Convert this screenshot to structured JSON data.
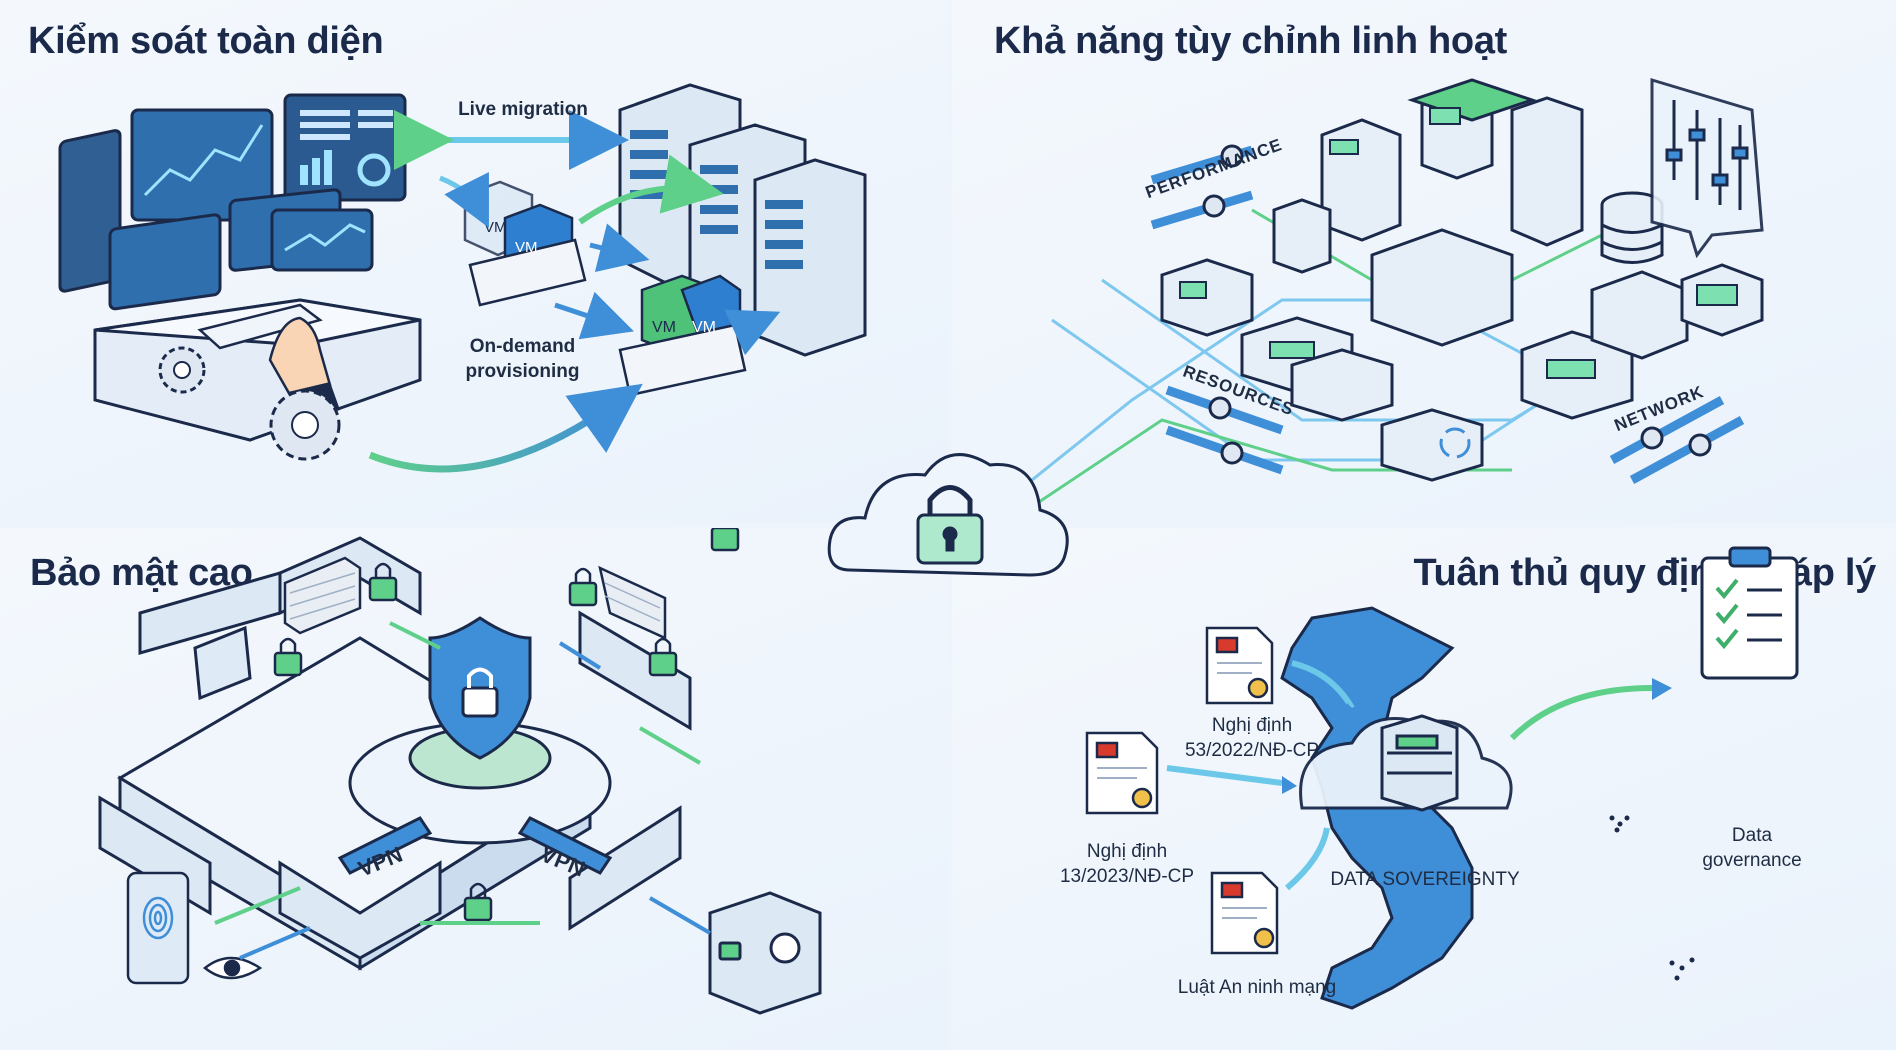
{
  "quadrants": {
    "control": {
      "title": "Kiểm soát toàn diện",
      "live_migration": "Live migration",
      "on_demand": "On-demand provisioning",
      "vm": "VM"
    },
    "custom": {
      "title": "Khả năng tùy chỉnh linh hoạt",
      "performance": "PERFORMANCE",
      "resources": "RESOURCES",
      "network": "NETWORK"
    },
    "security": {
      "title": "Bảo mật cao",
      "vpn": "VPN"
    },
    "compliance": {
      "title": "Tuân thủ quy định pháp lý",
      "decree_53": "Nghị định 53/2022/NĐ-CP",
      "decree_13": "Nghị định 13/2023/NĐ-CP",
      "cyber_law": "Luật An ninh mạng",
      "data_sovereignty": "DATA SOVEREIGNTY",
      "data_governance": "Data governance"
    }
  },
  "colors": {
    "navy": "#1b2a4a",
    "blue": "#3f8ed8",
    "green": "#5fd08a",
    "panel": "#dfeaf7"
  }
}
